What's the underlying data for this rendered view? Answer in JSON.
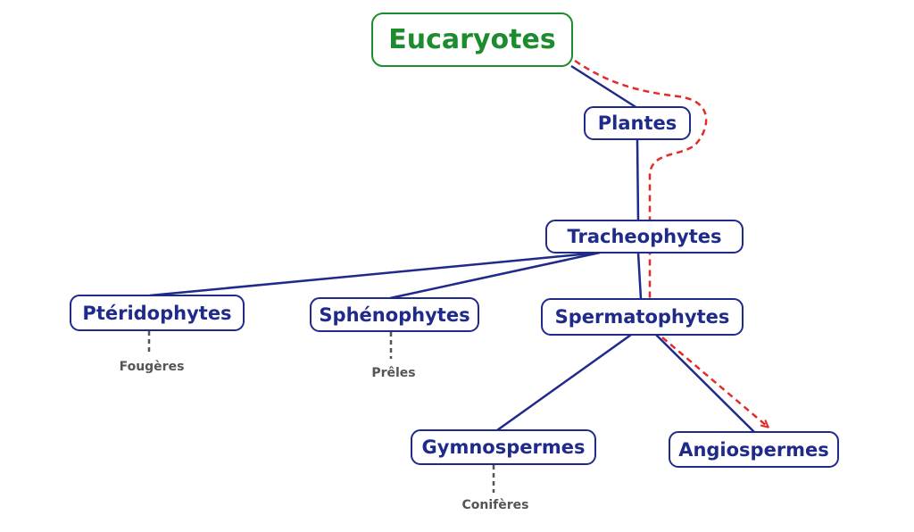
{
  "diagram": {
    "root": "Eucaryotes",
    "plantes": "Plantes",
    "tracheophytes": "Tracheophytes",
    "pteridophytes": "Ptéridophytes",
    "sphenophytes": "Sphénophytes",
    "spermatophytes": "Spermatophytes",
    "gymnospermes": "Gymnospermes",
    "angiospermes": "Angiospermes",
    "fougeres": "Fougères",
    "preles": "Prêles",
    "coniferes": "Conifères"
  },
  "colors": {
    "tree_line": "#1f2a8a",
    "root": "#1d8c2e",
    "path_highlight": "#e52a2a",
    "leaf_text": "#555555"
  }
}
